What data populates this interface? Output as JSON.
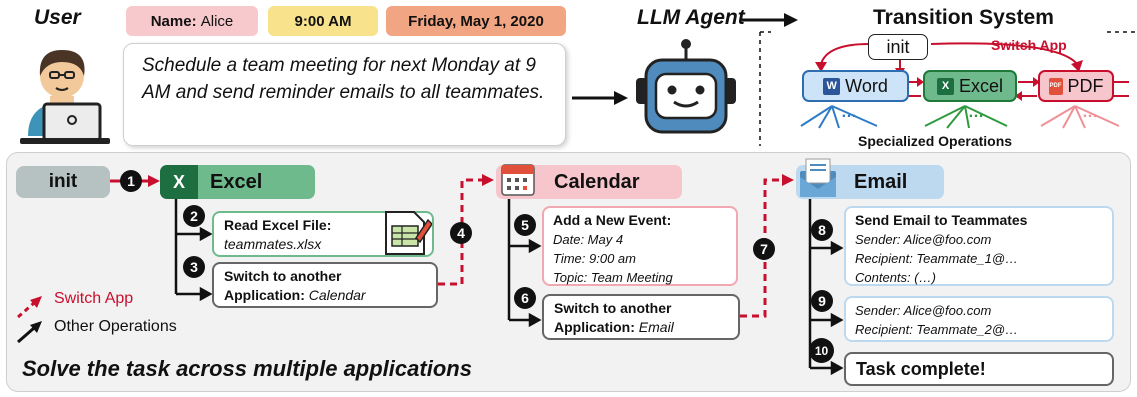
{
  "header": {
    "user_label": "User",
    "name_label": "Name:",
    "name_value": "Alice",
    "time": "9:00 AM",
    "date": "Friday, May 1, 2020",
    "instruction": "Schedule a team meeting for next Monday at 9 AM and send reminder emails to all teammates.",
    "agent_label": "LLM Agent"
  },
  "transition_system": {
    "title": "Transition System",
    "init": "init",
    "switch_app": "Switch App",
    "apps": [
      "Word",
      "Excel",
      "PDF"
    ],
    "ellipsis": "…",
    "specialized": "Specialized Operations"
  },
  "workflow": {
    "init": "init",
    "excel": {
      "title": "Excel",
      "step2_title": "Read Excel File:",
      "step2_file": "teammates.xlsx",
      "step3_title": "Switch to another",
      "step3_line2": "Application:",
      "step3_app": "Calendar"
    },
    "calendar": {
      "title": "Calendar",
      "step5_title": "Add a New Event:",
      "step5_date": "Date: May 4",
      "step5_time": "Time: 9:00 am",
      "step5_topic": "Topic: Team Meeting",
      "step6_title": "Switch to another",
      "step6_line2": "Application:",
      "step6_app": "Email"
    },
    "email": {
      "title": "Email",
      "step8_title": "Send Email to Teammates",
      "step8_sender": "Sender: Alice@foo.com",
      "step8_recipient": "Recipient: Teammate_1@…",
      "step8_contents": "Contents: (…)",
      "step9_sender": "Sender: Alice@foo.com",
      "step9_recipient": "Recipient: Teammate_2@…",
      "step10": "Task complete!"
    },
    "numbers": [
      "1",
      "2",
      "3",
      "4",
      "5",
      "6",
      "7",
      "8",
      "9",
      "10"
    ]
  },
  "legend": {
    "switch_app": "Switch App",
    "other_ops": "Other Operations"
  },
  "caption": "Solve the task across multiple applications",
  "colors": {
    "excel_green": "#6fba8d",
    "calendar_pink": "#f7c6cc",
    "email_blue": "#bcd9f0",
    "switch_red": "#c8102e",
    "init_gray": "#b6c1c1"
  }
}
